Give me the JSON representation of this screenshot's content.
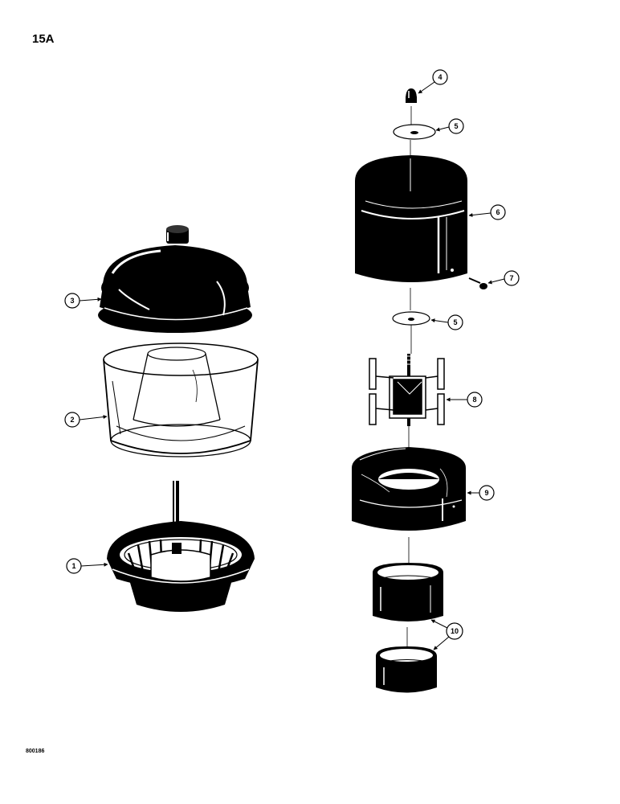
{
  "page": {
    "label": "15A",
    "figure_code": "800186"
  },
  "callouts": [
    "1",
    "2",
    "3",
    "4",
    "5",
    "5",
    "6",
    "7",
    "8",
    "9",
    "10"
  ],
  "colors": {
    "ink": "#000000",
    "paper": "#ffffff",
    "highlight": "#ffffff"
  }
}
